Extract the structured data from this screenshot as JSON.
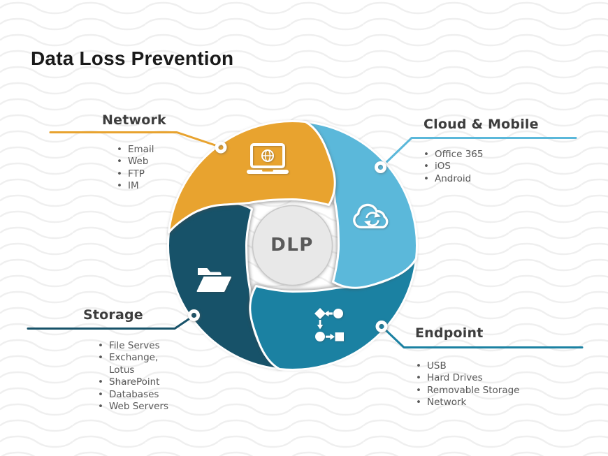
{
  "title": "Data Loss Prevention",
  "center": {
    "label": "DLP"
  },
  "colors": {
    "network": "#E8A32F",
    "cloud_mobile": "#5BB8DA",
    "endpoint": "#1B81A2",
    "storage": "#175269",
    "title_text": "#1A1A1A",
    "heading_text": "#3D3D3D",
    "body_text": "#575757",
    "center_bg": "#E8E8E8",
    "center_border": "#C9C9C9",
    "center_text": "#595959",
    "wave_pattern": "#EFEFEF"
  },
  "sections": [
    {
      "id": "network",
      "label": "Network",
      "icon": "laptop-globe-icon",
      "items": [
        "Email",
        "Web",
        "FTP",
        "IM"
      ]
    },
    {
      "id": "cloud-mobile",
      "label": "Cloud & Mobile",
      "icon": "cloud-sync-icon",
      "items": [
        "Office 365",
        "iOS",
        "Android"
      ]
    },
    {
      "id": "endpoint",
      "label": "Endpoint",
      "icon": "flowchart-icon",
      "items": [
        "USB",
        "Hard Drives",
        "Removable Storage",
        "Network"
      ]
    },
    {
      "id": "storage",
      "label": "Storage",
      "icon": "folder-icon",
      "items": [
        "File Serves",
        "Exchange, Lotus",
        "SharePoint",
        "Databases",
        "Web Servers"
      ]
    }
  ]
}
